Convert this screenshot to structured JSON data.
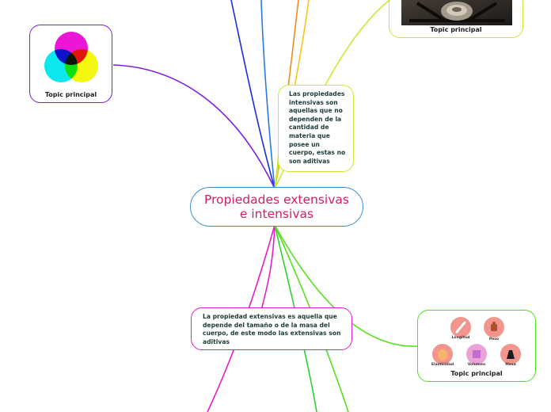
{
  "root": {
    "title": "Propiedades extensivas e intensivas"
  },
  "topics": {
    "colors_label": "Topic principal",
    "stove_label": "Topic principal",
    "measures_label": "Topic principal"
  },
  "notes": {
    "intensive": "Las propiedades intensivas son aquellas que no dependen de la cantidad de materia que posee un cuerpo, estas no son aditivas",
    "extensive": "La propiedad extensivas es aquella que depende del tamaño o de la masa del cuerpo, de este modo las extensivas son aditivas"
  },
  "measure_icons": [
    {
      "label": "Longitud",
      "icon": "ruler-icon",
      "color": "#f2958f"
    },
    {
      "label": "Peso",
      "icon": "weight-icon",
      "color": "#f2958f"
    },
    {
      "label": "Elasticidad",
      "icon": "elasticity-icon",
      "color": "#f2958f"
    },
    {
      "label": "Volumen",
      "icon": "volume-icon",
      "color": "#e9a3d6"
    },
    {
      "label": "Masa",
      "icon": "mass-icon",
      "color": "#f2958f"
    }
  ],
  "colors": {
    "root_border": "#3b8fd1",
    "root_text": "#d41b67",
    "purple": "#7b1fe0",
    "yellow_green": "#cce830",
    "green": "#55e01e",
    "magenta": "#e61ec8"
  }
}
